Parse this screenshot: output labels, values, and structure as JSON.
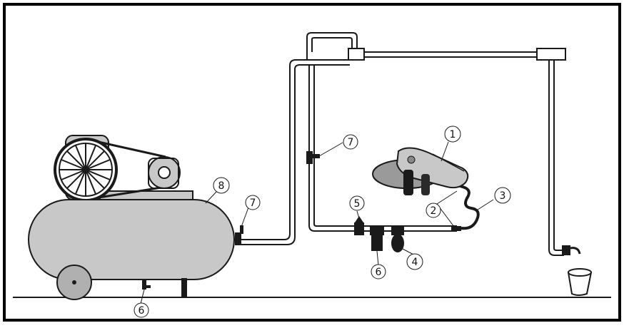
{
  "callouts": {
    "grinder": "1",
    "connector": "2",
    "hose": "3",
    "lubricator": "4",
    "regulator": "5",
    "filter": "6",
    "tank_drain": "6",
    "tank_outlet_valve": "7",
    "line_valve": "7",
    "tank": "8"
  },
  "colors": {
    "equipment_gray": "#c8c8c8",
    "line": "#1a1a1a",
    "frame": "#000000"
  }
}
